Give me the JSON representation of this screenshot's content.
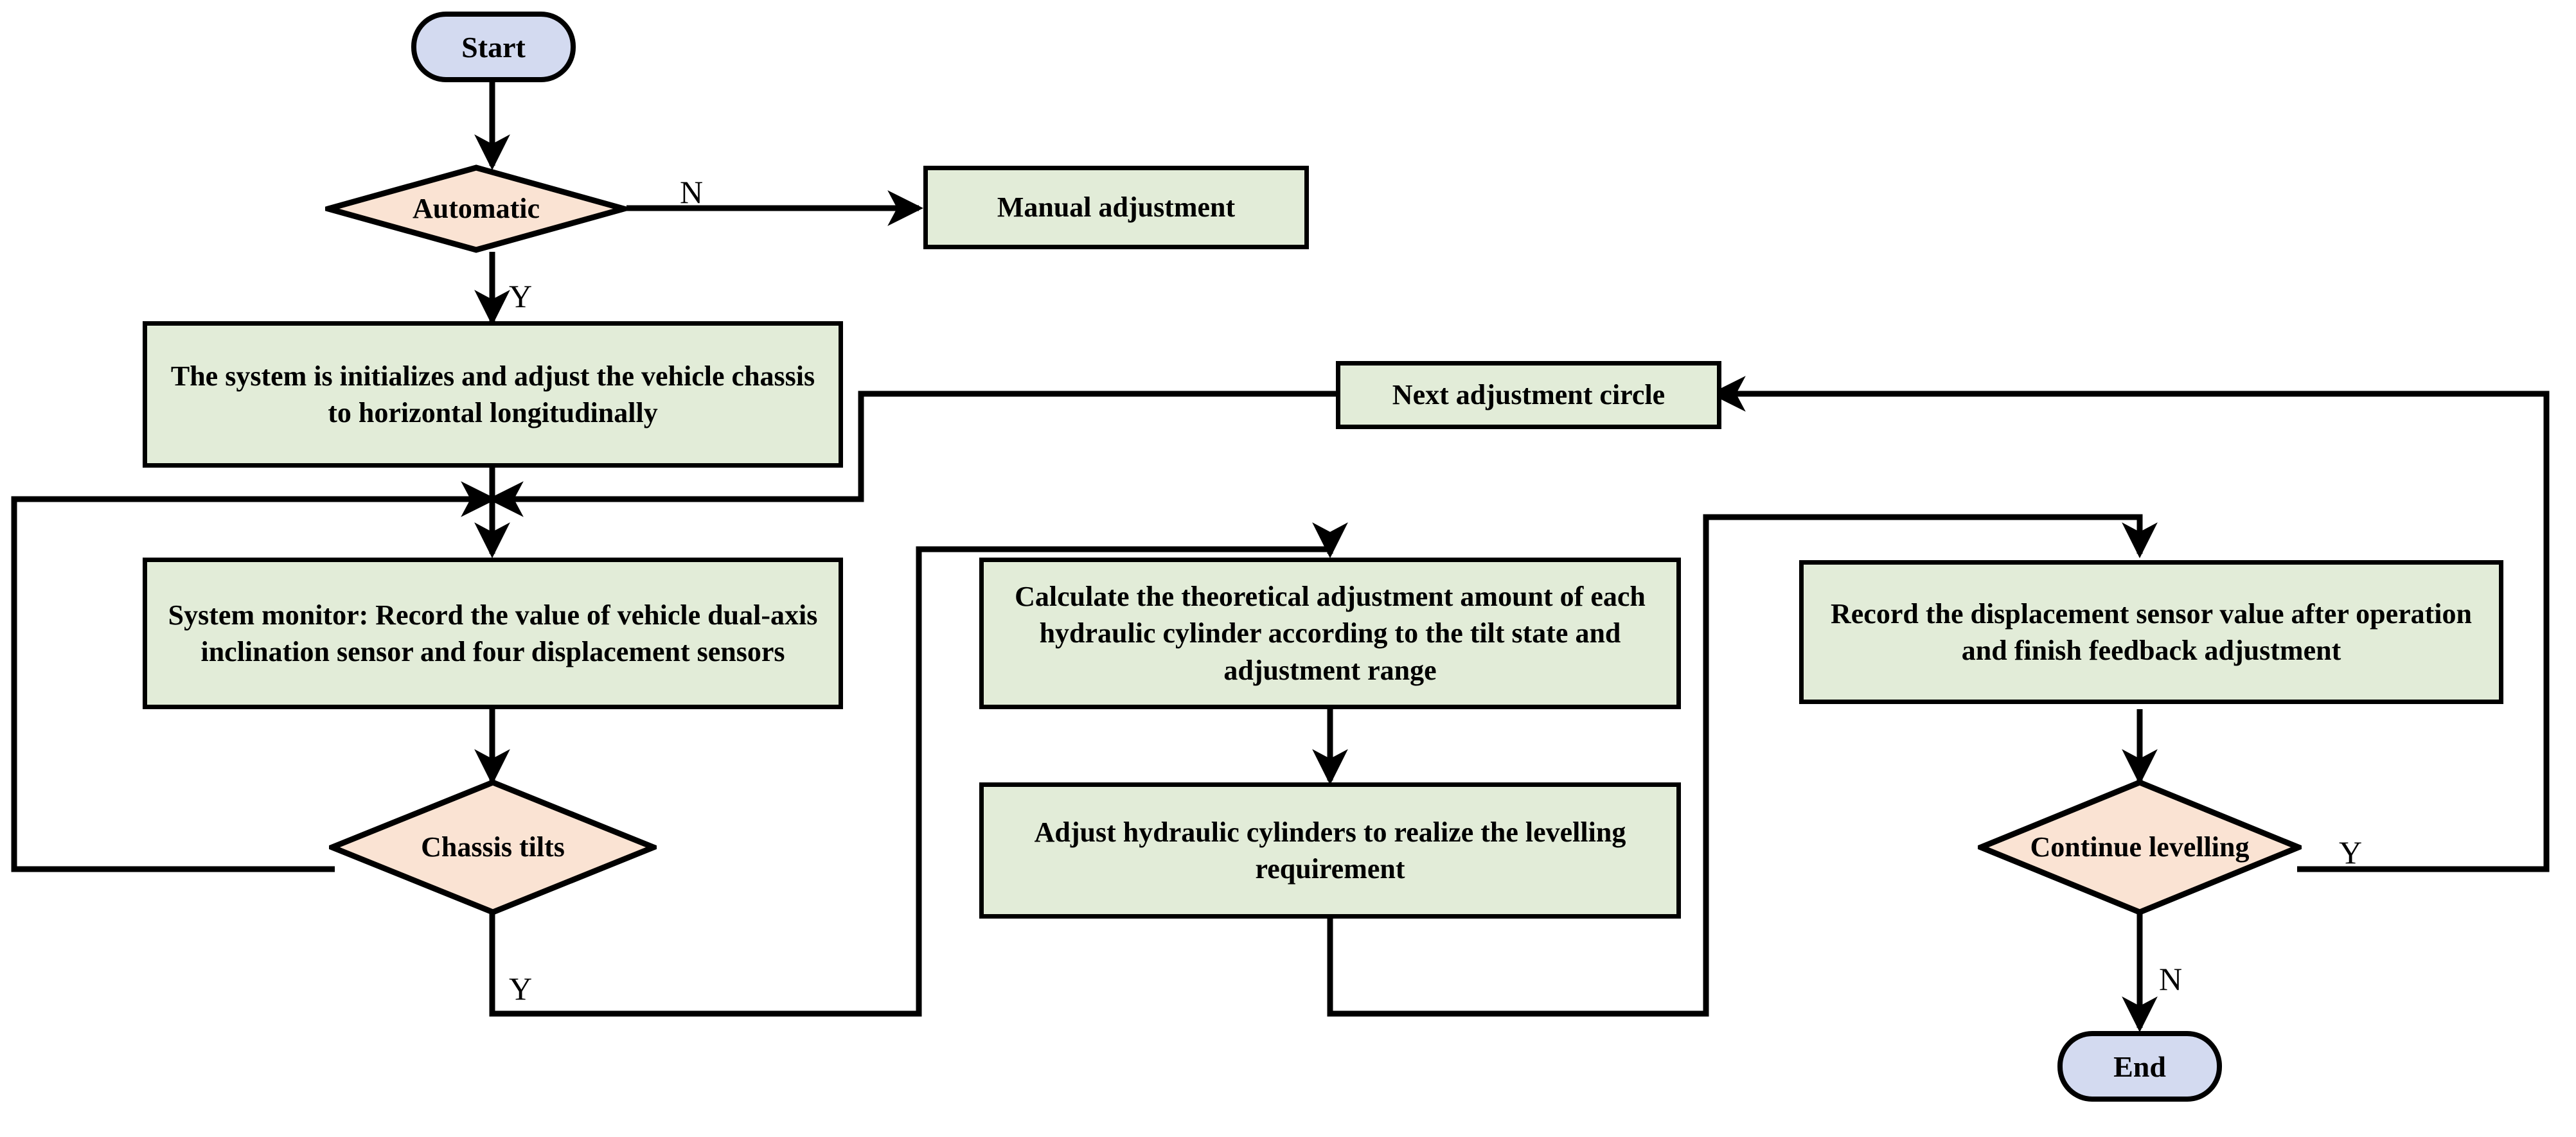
{
  "diagram": {
    "title": "Vehicle chassis automatic levelling control flowchart",
    "colors": {
      "process_fill": "#E2ECD8",
      "decision_fill": "#FAE3D3",
      "terminator_fill": "#D3DAF0",
      "stroke": "#000000",
      "background": "#FFFFFF"
    },
    "nodes": [
      {
        "id": "start",
        "type": "terminator",
        "label": "Start"
      },
      {
        "id": "automatic",
        "type": "decision",
        "label": "Automatic"
      },
      {
        "id": "manual",
        "type": "process",
        "label": "Manual adjustment"
      },
      {
        "id": "init",
        "type": "process",
        "label": "The system is initializes and adjust the vehicle chassis to horizontal longitudinally"
      },
      {
        "id": "monitor",
        "type": "process",
        "label": "System monitor: Record the value of vehicle dual-axis inclination sensor and four displacement sensors"
      },
      {
        "id": "tilts",
        "type": "decision",
        "label": "Chassis tilts"
      },
      {
        "id": "calculate",
        "type": "process",
        "label": "Calculate the theoretical adjustment amount of each hydraulic cylinder according to the tilt state and adjustment range"
      },
      {
        "id": "adjust",
        "type": "process",
        "label": "Adjust  hydraulic cylinders  to realize the levelling requirement"
      },
      {
        "id": "nextcircle",
        "type": "process",
        "label": "Next adjustment circle"
      },
      {
        "id": "recordafter",
        "type": "process",
        "label": "Record the displacement sensor value after operation and finish feedback adjustment"
      },
      {
        "id": "continue",
        "type": "decision",
        "label": "Continue levelling"
      },
      {
        "id": "end",
        "type": "terminator",
        "label": "End"
      }
    ],
    "edge_labels": {
      "automatic_no": "N",
      "automatic_yes": "Y",
      "tilts_yes": "Y",
      "continue_yes": "Y",
      "continue_no": "N"
    },
    "edges": [
      {
        "from": "start",
        "to": "automatic",
        "label": ""
      },
      {
        "from": "automatic",
        "to": "manual",
        "label": "N"
      },
      {
        "from": "automatic",
        "to": "init",
        "label": "Y"
      },
      {
        "from": "init",
        "to": "monitor",
        "label": ""
      },
      {
        "from": "monitor",
        "to": "tilts",
        "label": ""
      },
      {
        "from": "tilts",
        "to": "calculate",
        "label": "Y"
      },
      {
        "from": "tilts",
        "to": "monitor",
        "label": ""
      },
      {
        "from": "calculate",
        "to": "adjust",
        "label": ""
      },
      {
        "from": "adjust",
        "to": "recordafter",
        "label": ""
      },
      {
        "from": "recordafter",
        "to": "continue",
        "label": ""
      },
      {
        "from": "continue",
        "to": "nextcircle",
        "label": "Y"
      },
      {
        "from": "continue",
        "to": "end",
        "label": "N"
      },
      {
        "from": "nextcircle",
        "to": "monitor",
        "label": ""
      }
    ]
  }
}
